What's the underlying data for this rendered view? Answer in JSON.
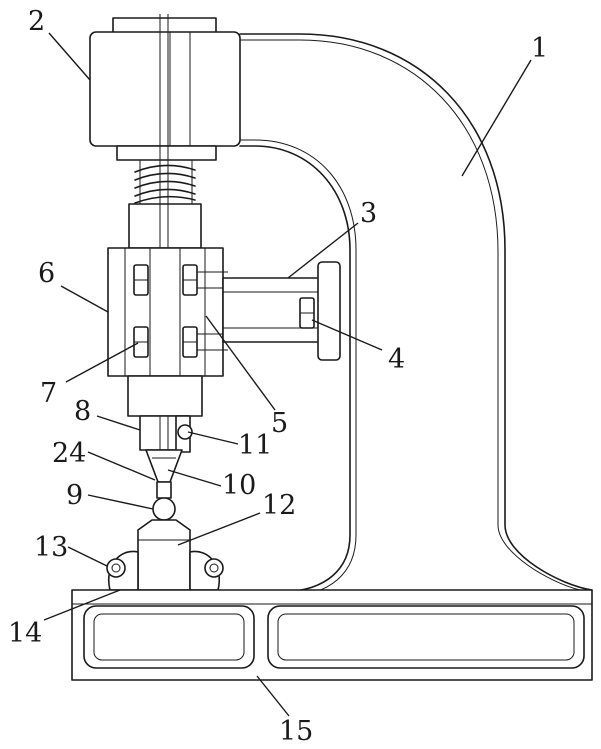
{
  "figure": {
    "labels": [
      {
        "id": "label-1",
        "text": "1"
      },
      {
        "id": "label-2",
        "text": "2"
      },
      {
        "id": "label-3",
        "text": "3"
      },
      {
        "id": "label-4",
        "text": "4"
      },
      {
        "id": "label-5",
        "text": "5"
      },
      {
        "id": "label-6",
        "text": "6"
      },
      {
        "id": "label-7",
        "text": "7"
      },
      {
        "id": "label-8",
        "text": "8"
      },
      {
        "id": "label-9",
        "text": "9"
      },
      {
        "id": "label-10",
        "text": "10"
      },
      {
        "id": "label-11",
        "text": "11"
      },
      {
        "id": "label-12",
        "text": "12"
      },
      {
        "id": "label-13",
        "text": "13"
      },
      {
        "id": "label-14",
        "text": "14"
      },
      {
        "id": "label-15",
        "text": "15"
      },
      {
        "id": "label-24",
        "text": "24"
      }
    ]
  },
  "colors": {
    "line": "#1a1a1a",
    "background": "#ffffff"
  }
}
